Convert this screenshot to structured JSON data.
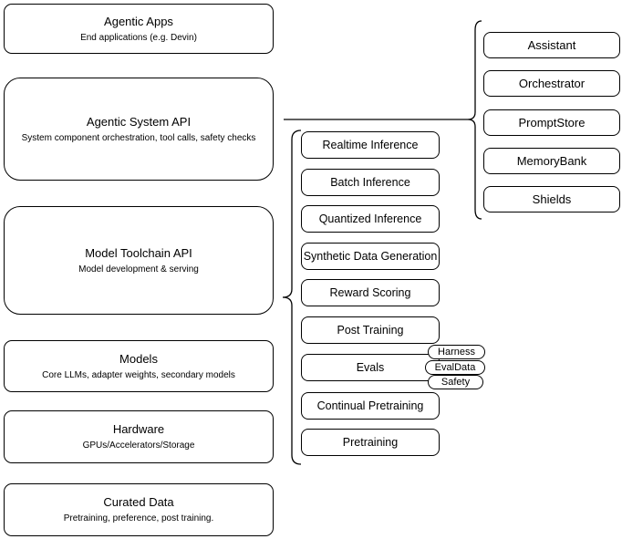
{
  "diagram": {
    "stack": [
      {
        "title": "Agentic Apps",
        "subtitle": "End applications (e.g. Devin)"
      },
      {
        "title": "Agentic System API",
        "subtitle": "System component orchestration, tool calls, safety checks"
      },
      {
        "title": "Model Toolchain API",
        "subtitle": "Model development & serving"
      },
      {
        "title": "Models",
        "subtitle": "Core LLMs, adapter weights, secondary models"
      },
      {
        "title": "Hardware",
        "subtitle": "GPUs/Accelerators/Storage"
      },
      {
        "title": "Curated Data",
        "subtitle": "Pretraining, preference, post training."
      }
    ],
    "toolchain": {
      "items": [
        "Realtime Inference",
        "Batch Inference",
        "Quantized Inference",
        "Synthetic Data Generation",
        "Reward Scoring",
        "Post Training",
        "Evals",
        "Continual Pretraining",
        "Pretraining"
      ]
    },
    "evals_tags": [
      "Harness",
      "EvalData",
      "Safety"
    ],
    "system_components": [
      "Assistant",
      "Orchestrator",
      "PromptStore",
      "MemoryBank",
      "Shields"
    ],
    "colors": {
      "stroke": "#000000",
      "fill": "#ffffff",
      "text": "#000000"
    }
  }
}
